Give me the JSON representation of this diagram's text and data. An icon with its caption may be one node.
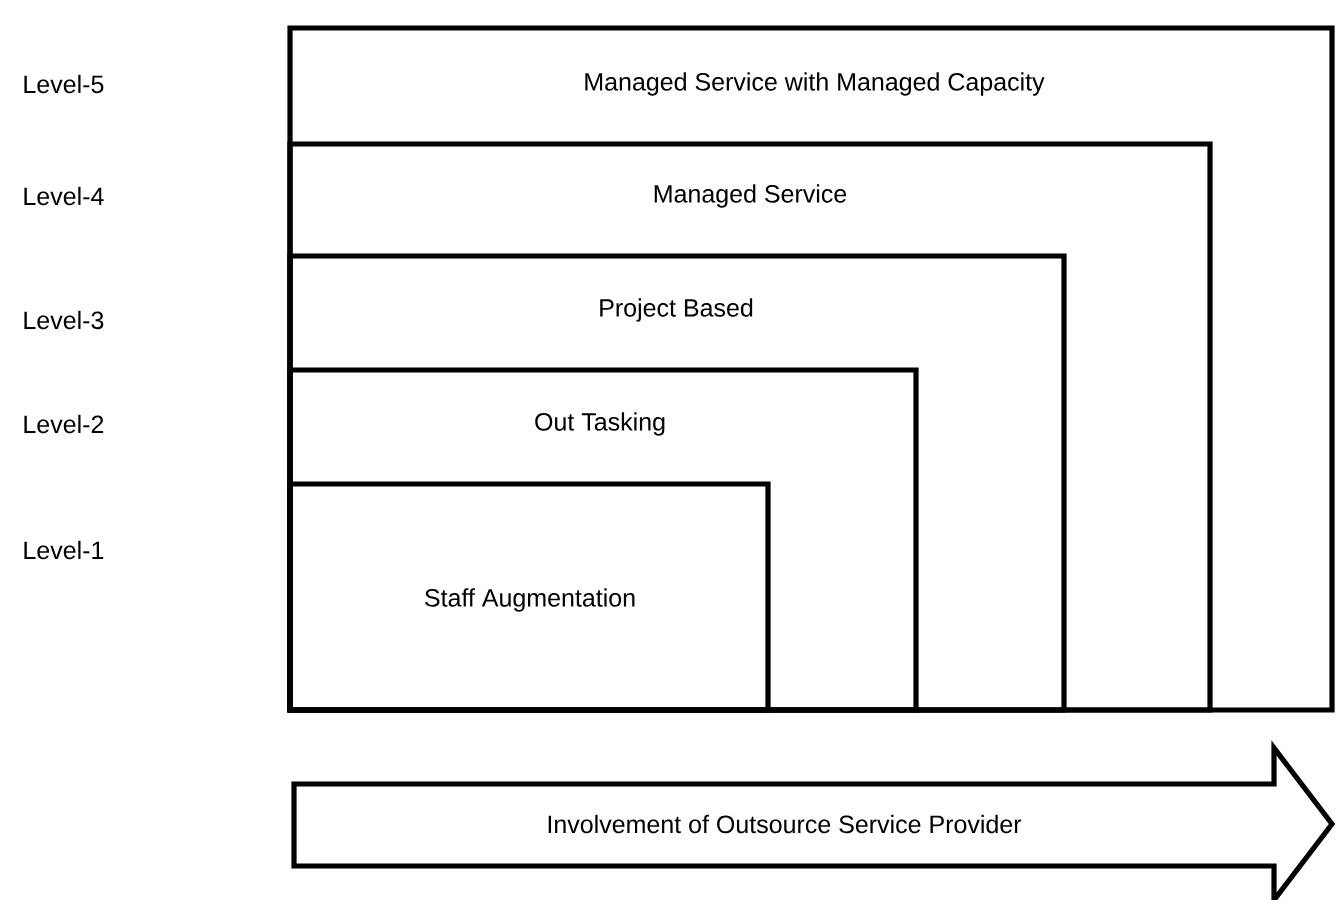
{
  "diagram": {
    "nodes": [
      {
        "text": [
          "Managed Service with Managed Capacity"
        ]
      },
      {
        "text": [
          "Managed Service"
        ],
        "in": 0
      },
      {
        "text": [
          "Project Based"
        ],
        "in": 1
      },
      {
        "text": [
          "Out Tasking"
        ],
        "in": 2
      },
      {
        "text": [
          "Staff Augmentation"
        ],
        "in": 3
      },
      {
        "text": [
          "Involvement of Outsource Service Provider"
        ]
      }
    ],
    "labels": [
      "Level-5",
      "Level-4",
      "Level-3",
      "Level-2",
      "Level-1"
    ]
  }
}
